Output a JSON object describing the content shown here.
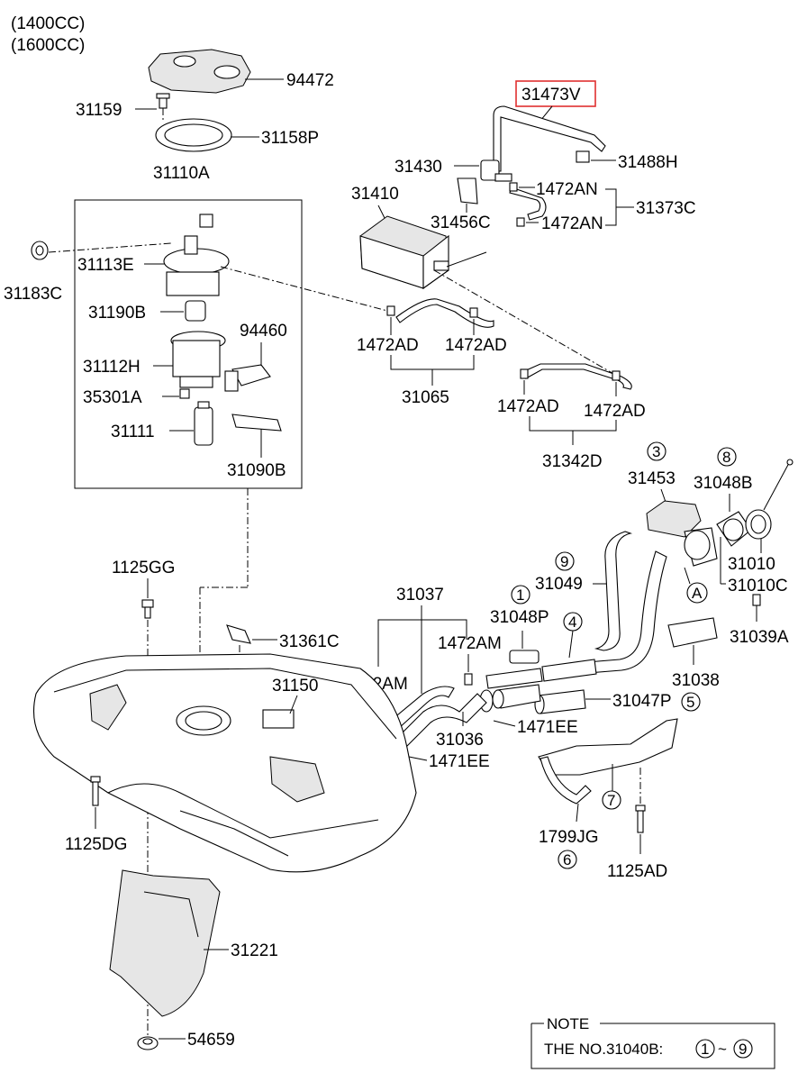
{
  "engine": [
    "(1400CC)",
    "(1600CC)"
  ],
  "parts": {
    "p94472": "94472",
    "p31159": "31159",
    "p31158P": "31158P",
    "p31110A": "31110A",
    "p31113E": "31113E",
    "p31183C": "31183C",
    "p31190B": "31190B",
    "p94460": "94460",
    "p31112H": "31112H",
    "p35301A": "35301A",
    "p31111": "31111",
    "p31090B": "31090B",
    "p31473V": "31473V",
    "p31430": "31430",
    "p31488H": "31488H",
    "p31410": "31410",
    "p1472AN_a": "1472AN",
    "p1472AN_b": "1472AN",
    "p31456C": "31456C",
    "p31373C": "31373C",
    "p1472AD_a": "1472AD",
    "p1472AD_b": "1472AD",
    "p31065": "31065",
    "p1472AD_c": "1472AD",
    "p1472AD_d": "1472AD",
    "p31342D": "31342D",
    "p31453": "31453",
    "p31048B": "31048B",
    "p31010": "31010",
    "p31010C": "31010C",
    "p31049": "31049",
    "p31048P": "31048P",
    "p31039A": "31039A",
    "p1125GG": "1125GG",
    "p31037": "31037",
    "p1472AM_a": "1472AM",
    "p1472AM_b": "1472AM",
    "p31361C": "31361C",
    "p31150": "31150",
    "p31036": "31036",
    "p1471EE_a": "1471EE",
    "p1471EE_b": "1471EE",
    "p31038": "31038",
    "p31047P": "31047P",
    "p1799JG": "1799JG",
    "p1125AD": "1125AD",
    "p1125DG": "1125DG",
    "p31221": "31221",
    "p54659": "54659"
  },
  "callouts": {
    "c3": "3",
    "c8": "8",
    "c9": "9",
    "c1": "1",
    "c4": "4",
    "c5": "5",
    "c7": "7",
    "c6": "6",
    "cA": "A"
  },
  "note": {
    "title": "NOTE",
    "text": "THE NO.31040B:",
    "from": "1",
    "sep": "~",
    "to": "9"
  },
  "colors": {
    "highlight": "#e03030"
  }
}
